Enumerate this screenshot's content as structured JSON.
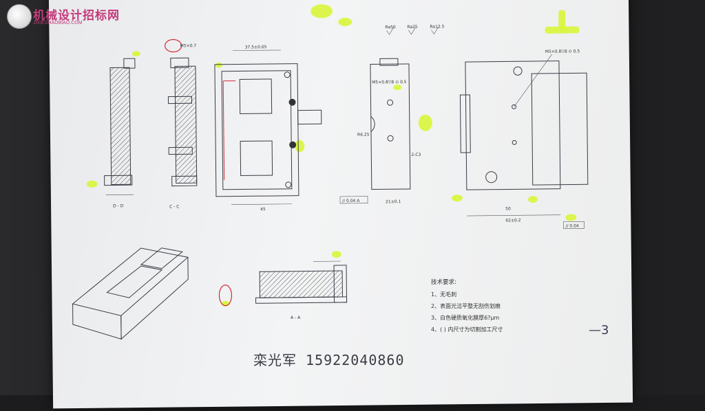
{
  "watermark": {
    "title": "机械设计招标网",
    "url": "JIXIESHAOBIAO.COM"
  },
  "roughness": [
    "Ra50",
    "Ra25",
    "Ra12.5"
  ],
  "dimensions": {
    "top_width": "37.5±0.05",
    "bottom_width": "45",
    "bore_mark": "M5×0.8▽8 ⊙ 0.5",
    "chamfer": "2-C3",
    "radius": "R6.25",
    "base_width": "21±0.1",
    "flatness": "// 0.04 A",
    "right_width": "62±0.2",
    "right_base": "50",
    "right_parallel": "// 0.04",
    "thread_right": "M5×0.8▽8 ⊙ 0.5"
  },
  "section_labels": {
    "dd": "D - D",
    "cc": "C - C",
    "aa": "A - A"
  },
  "tech_requirements": {
    "heading": "技术要求:",
    "items": [
      "1、无毛刺",
      "2、表面光洁平整无刮伤划痕",
      "3、白色硬质氧化膜厚6?μm",
      "4、( ) 内尺寸为切割加工尺寸"
    ]
  },
  "signature": "栾光军  15922040860",
  "page_mark": "—3"
}
